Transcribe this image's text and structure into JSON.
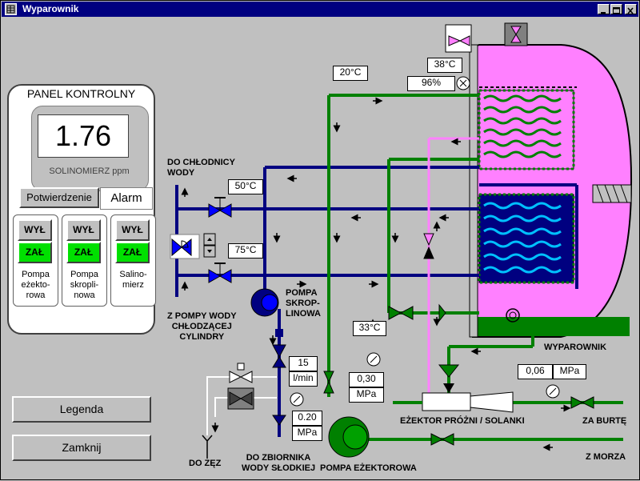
{
  "window": {
    "title": "Wyparownik"
  },
  "panel": {
    "title": "PANEL KONTROLNY",
    "salinometer_value": "1.76",
    "salinometer_label": "SOLINOMIERZ ppm",
    "ack_button": "Potwierdzenie",
    "alarm_label": "Alarm",
    "off_label": "WYŁ",
    "on_label": "ZAŁ",
    "pumps": [
      {
        "label_lines": [
          "Pompa",
          "eżekto-",
          "rowa"
        ]
      },
      {
        "label_lines": [
          "Pompa",
          "skropli-",
          "nowa"
        ]
      },
      {
        "label_lines": [
          "Salino-",
          "mierz"
        ]
      }
    ]
  },
  "buttons": {
    "legend": "Legenda",
    "close": "Zamknij"
  },
  "readouts": {
    "temp_top": "20°C",
    "temp_evap": "38°C",
    "humidity": "96%",
    "temp_cool_in": "50°C",
    "temp_cool_out": "75°C",
    "temp_ejector": "33°C",
    "flow_value": "15",
    "flow_unit": "l/min",
    "ejector_pressure_value": "0,30",
    "ejector_pressure_unit": "MPa",
    "fw_pressure_value": "0.20",
    "fw_pressure_unit": "MPa",
    "brine_pressure_value": "0,06",
    "brine_pressure_unit": "MPa"
  },
  "labels": {
    "to_cooler": [
      "DO CHŁODNICY",
      "WODY"
    ],
    "from_pump": [
      "Z POMPY WODY",
      "CHŁODZĄCEJ",
      "CYLINDRY"
    ],
    "condensate_pump": [
      "POMPA",
      "SKROP-",
      "LINOWA"
    ],
    "evaporator": "WYPAROWNIK",
    "ejector": "EŻEKTOR PRÓŻNI / SOLANKI",
    "overboard": "ZA BURTĘ",
    "from_sea": "Z MORZA",
    "to_drain": "DO ZĘZ",
    "to_fw_tank": [
      "DO ZBIORNIKA",
      "WODY SŁODKIEJ"
    ],
    "ejector_pump": "POMPA EŻEKTOROWA"
  },
  "colors": {
    "cooling_water": "#000080",
    "fresh_water": "#000080",
    "seawater": "#008000",
    "steam": "#ff80ff",
    "vessel": "#ff80ff",
    "brine": "#008000",
    "switch_on": "#00e000",
    "titlebar": "#000080"
  }
}
